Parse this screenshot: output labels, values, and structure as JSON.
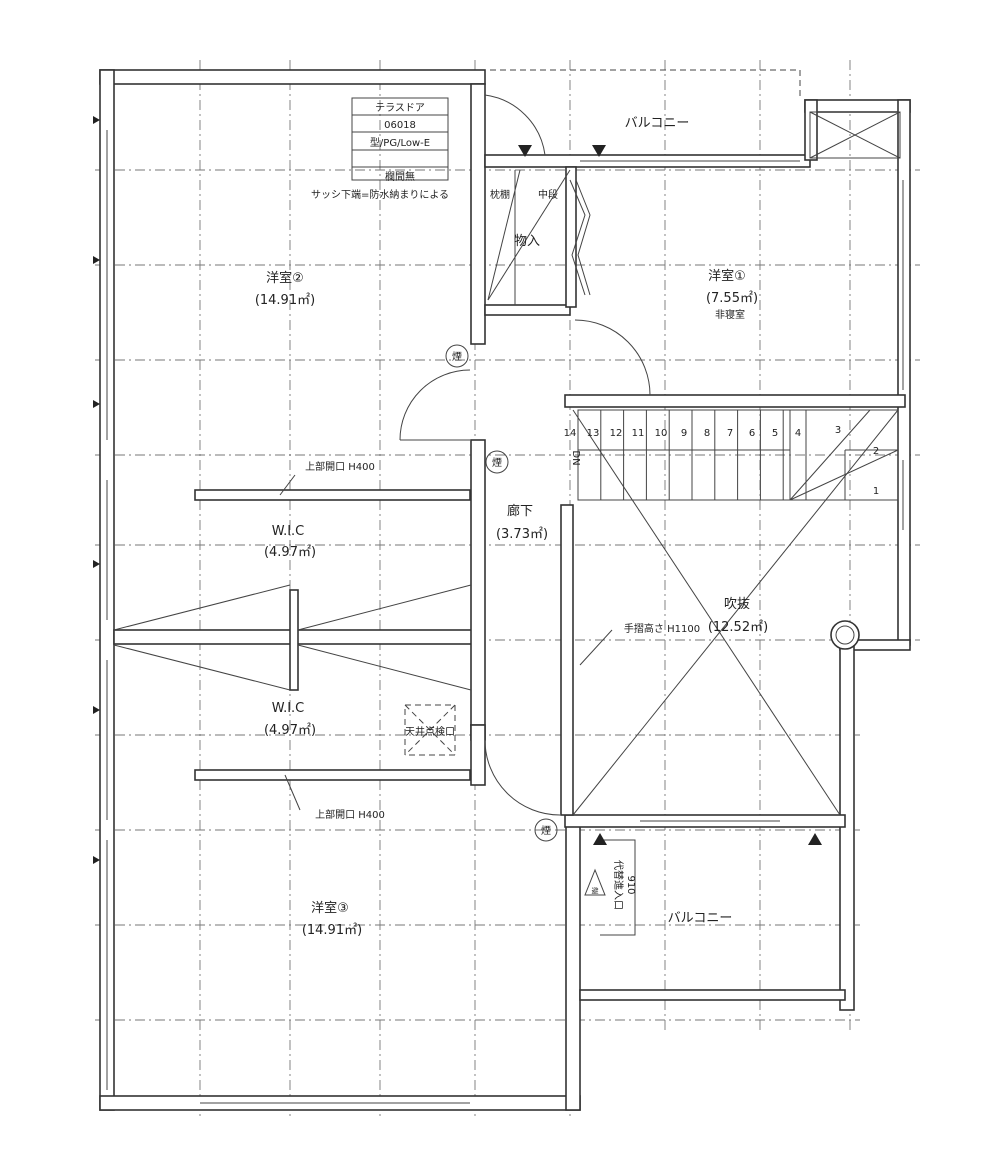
{
  "rooms": {
    "room2": {
      "name": "洋室②",
      "area": "(14.91㎡)"
    },
    "room1": {
      "name": "洋室①",
      "area": "(7.55㎡)",
      "note": "非寝室"
    },
    "room3": {
      "name": "洋室③",
      "area": "(14.91㎡)"
    },
    "wic_upper": {
      "name": "W.I.C",
      "area": "(4.97㎡)"
    },
    "wic_lower": {
      "name": "W.I.C",
      "area": "(4.97㎡)"
    },
    "corridor": {
      "name": "廊下",
      "area": "(3.73㎡)"
    },
    "void": {
      "name": "吹抜",
      "area": "(12.52㎡)"
    },
    "closet": {
      "name": "物入",
      "shelf1": "枕棚",
      "shelf2": "中段"
    },
    "balcony_top": {
      "name": "バルコニー"
    },
    "balcony_bottom": {
      "name": "バルコニー"
    }
  },
  "window_spec": {
    "title": "テラスドア",
    "code": "06018",
    "type": "型/PG/Low-E",
    "transom": "欄間無",
    "note": "サッシ下端=防水納まりによる"
  },
  "annotations": {
    "opening_upper": "上部開口 H400",
    "opening_lower": "上部開口 H400",
    "handrail": "手摺高さ H1100",
    "ceiling_hatch": "天井点検口",
    "smoke": "煙",
    "stair_dn": "DN",
    "entry_label": "代替進入口",
    "entry_width": "910",
    "entry_mark": "避"
  },
  "stairs": {
    "steps": [
      "14",
      "13",
      "12",
      "11",
      "10",
      "9",
      "8",
      "7",
      "6",
      "5",
      "4",
      "3",
      "2",
      "1"
    ]
  }
}
